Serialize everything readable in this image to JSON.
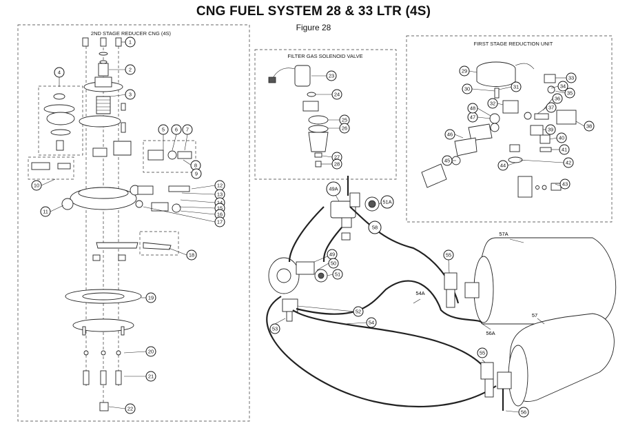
{
  "header": {
    "title": "CNG FUEL SYSTEM 28 & 33 LTR (4S)",
    "figure": "Figure 28"
  },
  "boxes": {
    "second_stage": "2ND STAGE REDUCER CNG (4S)",
    "filter_valve": "FILTER GAS SOLENOID VALVE",
    "first_stage": "FIRST STAGE REDUCTION UNIT"
  },
  "callouts": {
    "c1": "1",
    "c2": "2",
    "c3": "3",
    "c4": "4",
    "c5": "5",
    "c6": "6",
    "c7": "7",
    "c8": "8",
    "c9": "9",
    "c10": "10",
    "c11": "11",
    "c12": "12",
    "c13": "13",
    "c14": "14",
    "c15": "15",
    "c16": "16",
    "c17": "17",
    "c18": "18",
    "c19": "19",
    "c20": "20",
    "c21": "21",
    "c22": "22",
    "c23": "23",
    "c24": "24",
    "c25": "25",
    "c26": "26",
    "c27": "27",
    "c28": "28",
    "c29": "29",
    "c30": "30",
    "c31": "31",
    "c32": "32",
    "c33": "33",
    "c34": "34",
    "c35": "35",
    "c36": "36",
    "c37": "37",
    "c38": "38",
    "c39": "39",
    "c40": "40",
    "c41": "41",
    "c42": "42",
    "c43": "43",
    "c44": "44",
    "c45": "45",
    "c46": "46",
    "c47": "47",
    "c48": "48",
    "c49": "49",
    "c49A": "49A",
    "c50": "50",
    "c51": "51",
    "c51A": "51A",
    "c52": "52",
    "c53": "53",
    "c54": "54",
    "c54A": "54A",
    "c55a": "55",
    "c55b": "55",
    "c56": "56",
    "c56A": "56A",
    "c57": "57",
    "c57A": "57A",
    "c58": "58"
  }
}
